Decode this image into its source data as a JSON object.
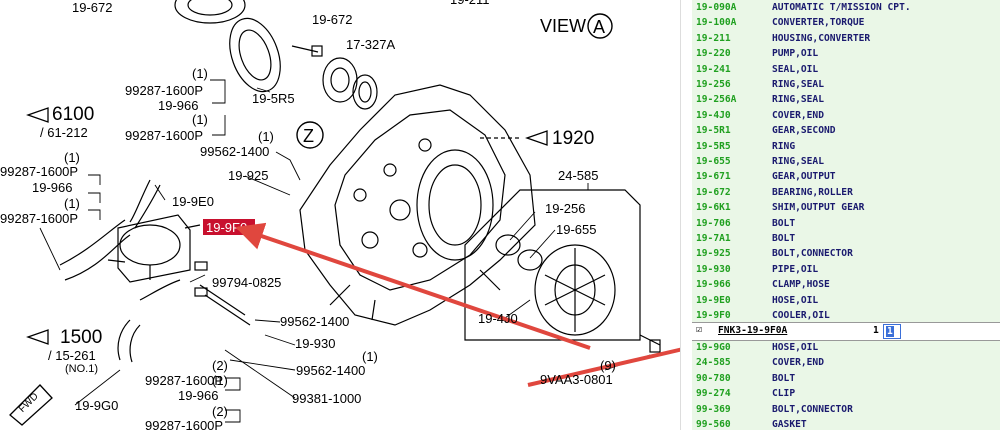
{
  "diagram": {
    "view_label": "VIEW",
    "view_letter": "A",
    "z_marker": "Z",
    "highlighted_part": "19-9F0",
    "labels": {
      "l_19_672_top": "19-672",
      "l_19_672": "19-672",
      "l_17_327a": "17-327A",
      "l_19_5r5": "19-5R5",
      "l_19_211": "19-211",
      "l_6100": "6100",
      "l_61_212": "/ 61-212",
      "l_1920": "1920",
      "l_1500": "1500",
      "l_15_261": "/ 15-261",
      "l_no1": "(NO.1)",
      "l_fwd": "FWD",
      "l_a1": "(1)",
      "l_99287_a": "99287-1600P",
      "l_19_966_a": "19-966",
      "l_99287_b": "99287-1600P",
      "l_a2": "(1)",
      "l_99562_a": "99562-1400",
      "l_b1": "(1)",
      "l_99287_c": "99287-1600P",
      "l_b2": "(1)",
      "l_19_966_b": "19-966",
      "l_b3": "(1)",
      "l_99287_d": "99287-1600P",
      "l_19_925": "19-925",
      "l_19_9e0": "19-9E0",
      "l_99794": "99794-0825",
      "l_99562_b": "99562-1400",
      "l_19_930": "19-930",
      "l_c1": "(1)",
      "l_99562_c": "99562-1400",
      "l_c2": "(2)",
      "l_99287_e": "99287-1600P",
      "l_c3": "(1)",
      "l_19_966_c": "19-966",
      "l_c4": "(2)",
      "l_99287_f": "99287-1600P",
      "l_19_9g0": "19-9G0",
      "l_99381": "99381-1000",
      "l_24_585": "24-585",
      "l_19_256": "19-256",
      "l_19_655": "19-655",
      "l_19_4j0": "19-4J0",
      "l_9": "(9)",
      "l_9vaa3": "9VAA3-0801"
    }
  },
  "parts_list": {
    "rows_top": [
      {
        "code": "19-090A",
        "desc": "AUTOMATIC T/MISSION CPT."
      },
      {
        "code": "19-100A",
        "desc": "CONVERTER,TORQUE"
      },
      {
        "code": "19-211",
        "desc": "HOUSING,CONVERTER"
      },
      {
        "code": "19-220",
        "desc": "PUMP,OIL"
      },
      {
        "code": "19-241",
        "desc": "SEAL,OIL"
      },
      {
        "code": "19-256",
        "desc": "RING,SEAL"
      },
      {
        "code": "19-256A",
        "desc": "RING,SEAL"
      },
      {
        "code": "19-4J0",
        "desc": "COVER,END"
      },
      {
        "code": "19-5R1",
        "desc": "GEAR,SECOND"
      },
      {
        "code": "19-5R5",
        "desc": "RING"
      },
      {
        "code": "19-655",
        "desc": "RING,SEAL"
      },
      {
        "code": "19-671",
        "desc": "GEAR,OUTPUT"
      },
      {
        "code": "19-672",
        "desc": "BEARING,ROLLER"
      },
      {
        "code": "19-6K1",
        "desc": "SHIM,OUTPUT GEAR"
      },
      {
        "code": "19-706",
        "desc": "BOLT"
      },
      {
        "code": "19-7A1",
        "desc": "BOLT"
      },
      {
        "code": "19-925",
        "desc": "BOLT,CONNECTOR"
      },
      {
        "code": "19-930",
        "desc": "PIPE,OIL"
      },
      {
        "code": "19-966",
        "desc": "CLAMP,HOSE"
      },
      {
        "code": "19-9E0",
        "desc": "HOSE,OIL"
      },
      {
        "code": "19-9F0",
        "desc": "COOLER,OIL"
      }
    ],
    "selected": {
      "checkbox": "☑",
      "part_number": "FNK3-19-9F0A",
      "qty_label": "1",
      "qty_value": "1"
    },
    "rows_bottom": [
      {
        "code": "19-9G0",
        "desc": "HOSE,OIL"
      },
      {
        "code": "24-585",
        "desc": "COVER,END"
      },
      {
        "code": "90-780",
        "desc": "BOLT"
      },
      {
        "code": "99-274",
        "desc": "CLIP"
      },
      {
        "code": "99-369",
        "desc": "BOLT,CONNECTOR"
      },
      {
        "code": "99-560",
        "desc": "GASKET"
      }
    ]
  },
  "colors": {
    "arrow": "#e0473e",
    "highlight_bg": "#c8102e",
    "code_green": "#20a020",
    "desc_navy": "#1a1a6e",
    "list_bg": "#eaf7e7"
  }
}
